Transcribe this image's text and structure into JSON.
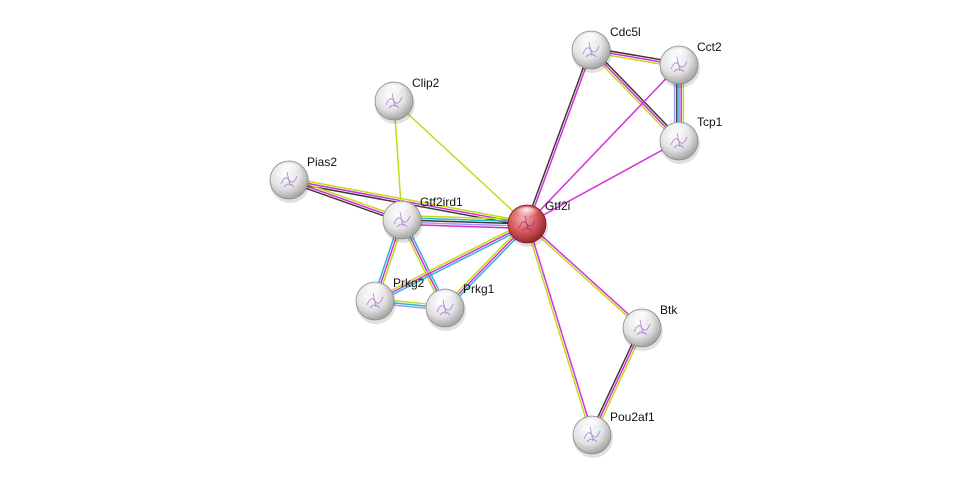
{
  "colors": {
    "magenta": "#d52fd8",
    "yellow": "#bfdc1a",
    "black": "#3a3a3a",
    "cyan": "#2ab4d6",
    "lavender": "#9b9bf5",
    "node_default": "#e6e6e6",
    "node_query": "#d0545a"
  },
  "nodes": [
    {
      "id": "Cdc5l",
      "label": "Cdc5l",
      "query": false
    },
    {
      "id": "Cct2",
      "label": "Cct2",
      "query": false
    },
    {
      "id": "Tcp1",
      "label": "Tcp1",
      "query": false
    },
    {
      "id": "Clip2",
      "label": "Clip2",
      "query": false
    },
    {
      "id": "Pias2",
      "label": "Pias2",
      "query": false
    },
    {
      "id": "Gtf2ird1",
      "label": "Gtf2ird1",
      "query": false
    },
    {
      "id": "Gtf2i",
      "label": "Gtf2i",
      "query": true
    },
    {
      "id": "Prkg2",
      "label": "Prkg2",
      "query": false
    },
    {
      "id": "Prkg1",
      "label": "Prkg1",
      "query": false
    },
    {
      "id": "Btk",
      "label": "Btk",
      "query": false
    },
    {
      "id": "Pou2af1",
      "label": "Pou2af1",
      "query": false
    }
  ],
  "edges": [
    {
      "from": "Pias2",
      "to": "Gtf2i",
      "evidence": [
        "yellow",
        "magenta",
        "black"
      ]
    },
    {
      "from": "Pias2",
      "to": "Gtf2ird1",
      "evidence": [
        "yellow",
        "magenta",
        "black"
      ]
    },
    {
      "from": "Clip2",
      "to": "Gtf2ird1",
      "evidence": [
        "yellow"
      ]
    },
    {
      "from": "Clip2",
      "to": "Gtf2i",
      "evidence": [
        "yellow"
      ]
    },
    {
      "from": "Gtf2ird1",
      "to": "Gtf2i",
      "evidence": [
        "yellow",
        "cyan",
        "black",
        "lavender",
        "magenta"
      ]
    },
    {
      "from": "Gtf2ird1",
      "to": "Prkg2",
      "evidence": [
        "yellow",
        "magenta",
        "cyan"
      ]
    },
    {
      "from": "Gtf2ird1",
      "to": "Prkg1",
      "evidence": [
        "cyan",
        "magenta",
        "yellow"
      ]
    },
    {
      "from": "Prkg2",
      "to": "Prkg1",
      "evidence": [
        "yellow",
        "cyan",
        "lavender"
      ]
    },
    {
      "from": "Prkg2",
      "to": "Gtf2i",
      "evidence": [
        "yellow",
        "magenta",
        "cyan"
      ]
    },
    {
      "from": "Prkg1",
      "to": "Gtf2i",
      "evidence": [
        "yellow",
        "magenta",
        "cyan"
      ]
    },
    {
      "from": "Cdc5l",
      "to": "Gtf2i",
      "evidence": [
        "magenta",
        "black"
      ]
    },
    {
      "from": "Cdc5l",
      "to": "Cct2",
      "evidence": [
        "black",
        "magenta",
        "yellow"
      ]
    },
    {
      "from": "Cdc5l",
      "to": "Tcp1",
      "evidence": [
        "black",
        "magenta",
        "yellow"
      ]
    },
    {
      "from": "Cct2",
      "to": "Tcp1",
      "evidence": [
        "yellow",
        "magenta",
        "cyan",
        "black",
        "lavender"
      ]
    },
    {
      "from": "Cct2",
      "to": "Gtf2i",
      "evidence": [
        "magenta"
      ]
    },
    {
      "from": "Tcp1",
      "to": "Gtf2i",
      "evidence": [
        "magenta"
      ]
    },
    {
      "from": "Gtf2i",
      "to": "Btk",
      "evidence": [
        "magenta",
        "yellow"
      ]
    },
    {
      "from": "Gtf2i",
      "to": "Pou2af1",
      "evidence": [
        "magenta",
        "yellow"
      ]
    },
    {
      "from": "Btk",
      "to": "Pou2af1",
      "evidence": [
        "yellow",
        "magenta",
        "black"
      ]
    }
  ]
}
